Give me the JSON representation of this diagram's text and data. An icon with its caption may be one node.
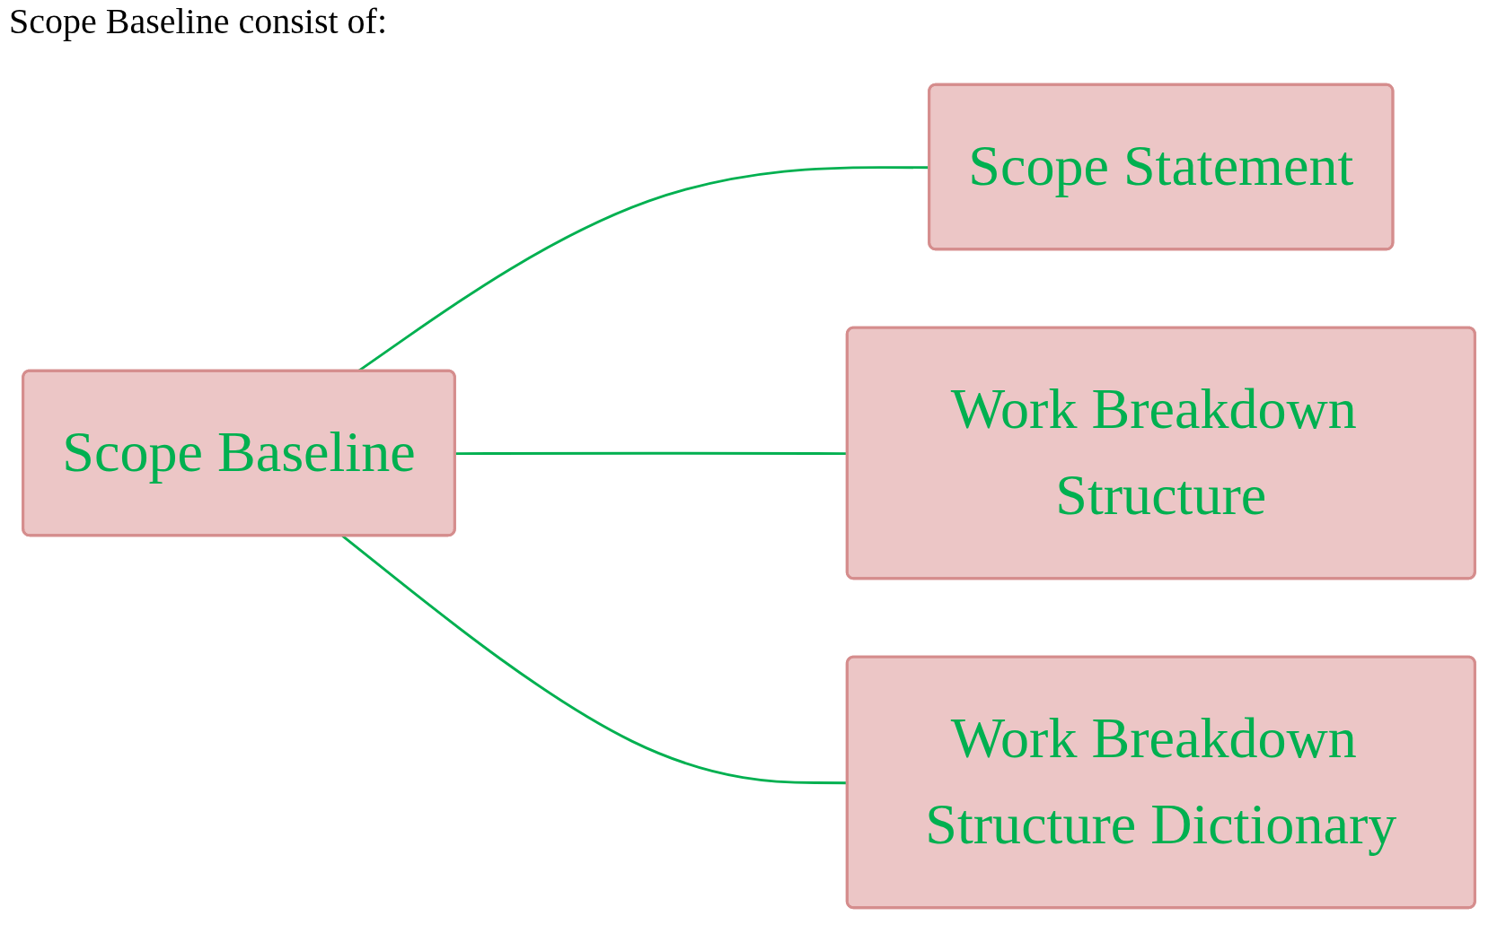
{
  "diagram": {
    "title": "Scope Baseline consist of:",
    "nodes": [
      {
        "text": [
          "Scope Baseline"
        ]
      },
      {
        "text": [
          "Scope Statement"
        ]
      },
      {
        "text": [
          "Work Breakdown Structure"
        ]
      },
      {
        "text": [
          "Work Breakdown Structure Dictionary"
        ]
      }
    ],
    "edges": [
      {
        "from": 0,
        "to": 1,
        "arrow": "none"
      },
      {
        "from": 0,
        "to": 2,
        "arrow": "none"
      },
      {
        "from": 0,
        "to": 3,
        "arrow": "none"
      }
    ]
  }
}
